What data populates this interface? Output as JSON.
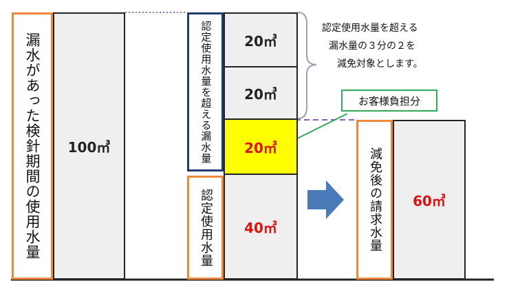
{
  "labels": {
    "left_period": "漏水があった検針期間の使用水量",
    "excess": "認定使用水量を超える漏水量",
    "certified": "認定使用水量",
    "after": "減免後の請求水量"
  },
  "values": {
    "total": "100㎥",
    "seg_top1": "20㎥",
    "seg_top2": "20㎥",
    "seg_customer": "20㎥",
    "seg_certified": "40㎥",
    "result": "60㎥"
  },
  "notes": {
    "line1": "認定使用水量を超える",
    "line2": "漏水量の３分の２を",
    "line3": "減免対象とします。"
  },
  "callout": {
    "label": "お客様負担分"
  },
  "colors": {
    "orange": "#f0883a",
    "navy": "#1f3c6e",
    "yellow": "#ffff00",
    "red": "#e01010",
    "arrow_blue": "#4a7ab8",
    "green": "#2eaa5a",
    "purple": "#a268c8"
  }
}
